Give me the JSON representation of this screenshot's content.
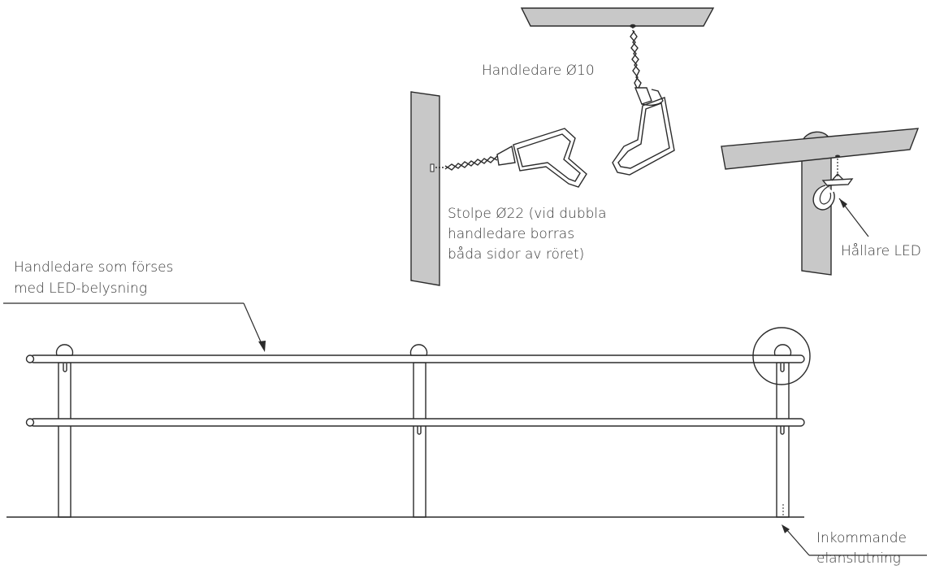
{
  "labels": {
    "handrail_drill": "Handledare Ø10",
    "post_drill": [
      "Stolpe Ø22 (vid dubbla",
      "handledare borras",
      "båda sidor av röret)"
    ],
    "led_holder": "Hållare LED",
    "led_handrail": [
      "Handledare som förses",
      "med LED-belysning"
    ],
    "incoming_power": [
      "Inkommande",
      "elanslutning"
    ]
  },
  "colors": {
    "line": "#2b2b2b",
    "gray_fill": "#c8c8c8",
    "text": "#3a3a3a"
  }
}
